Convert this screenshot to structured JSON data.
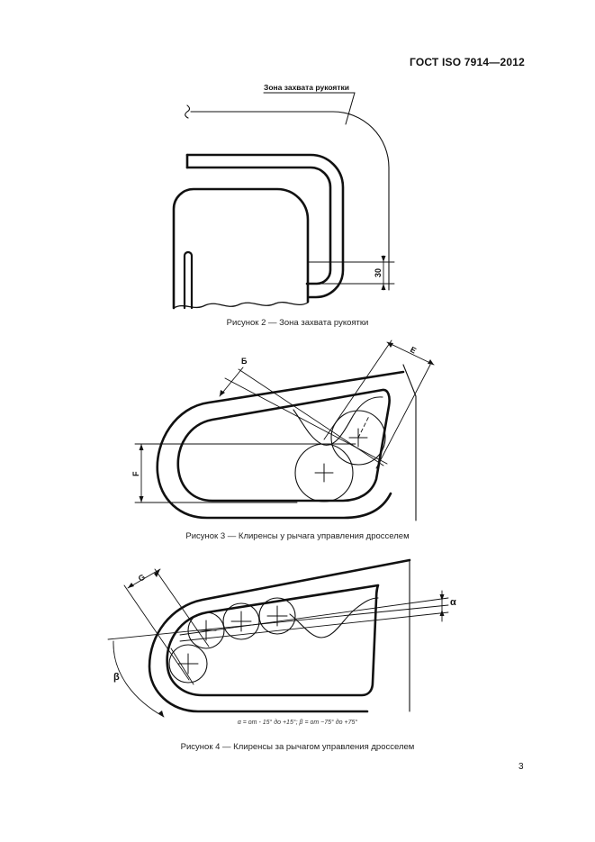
{
  "document": {
    "header": "ГОСТ ISO 7914—2012",
    "page_number": "3"
  },
  "figure2": {
    "callout": "Зона захвата рукоятки",
    "dimension": "30",
    "caption": "Рисунок 2 — Зона захвата рукоятки"
  },
  "figure3": {
    "label_b": "Б",
    "label_e": "E",
    "label_f": "F",
    "caption": "Рисунок 3 — Клиренсы у рычага управления дросселем"
  },
  "figure4": {
    "label_g": "G",
    "label_alpha": "α",
    "label_beta": "β",
    "formula": "α = от - 15° до +15°; β = от −75° до +75°",
    "caption": "Рисунок 4 — Клиренсы за рычагом управления дросселем"
  }
}
